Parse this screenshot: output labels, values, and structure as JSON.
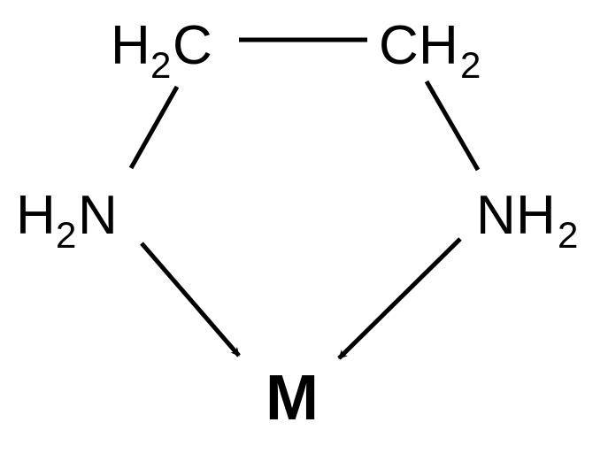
{
  "molecule": {
    "carbon_left": {
      "element": "C",
      "hydrogens": "H",
      "count": "2"
    },
    "carbon_right": {
      "element": "C",
      "hydrogens": "H",
      "count": "2"
    },
    "nitrogen_left": {
      "element": "N",
      "hydrogens": "H",
      "count": "2"
    },
    "nitrogen_right": {
      "element": "N",
      "hydrogens": "H",
      "count": "2"
    },
    "metal": "M"
  }
}
